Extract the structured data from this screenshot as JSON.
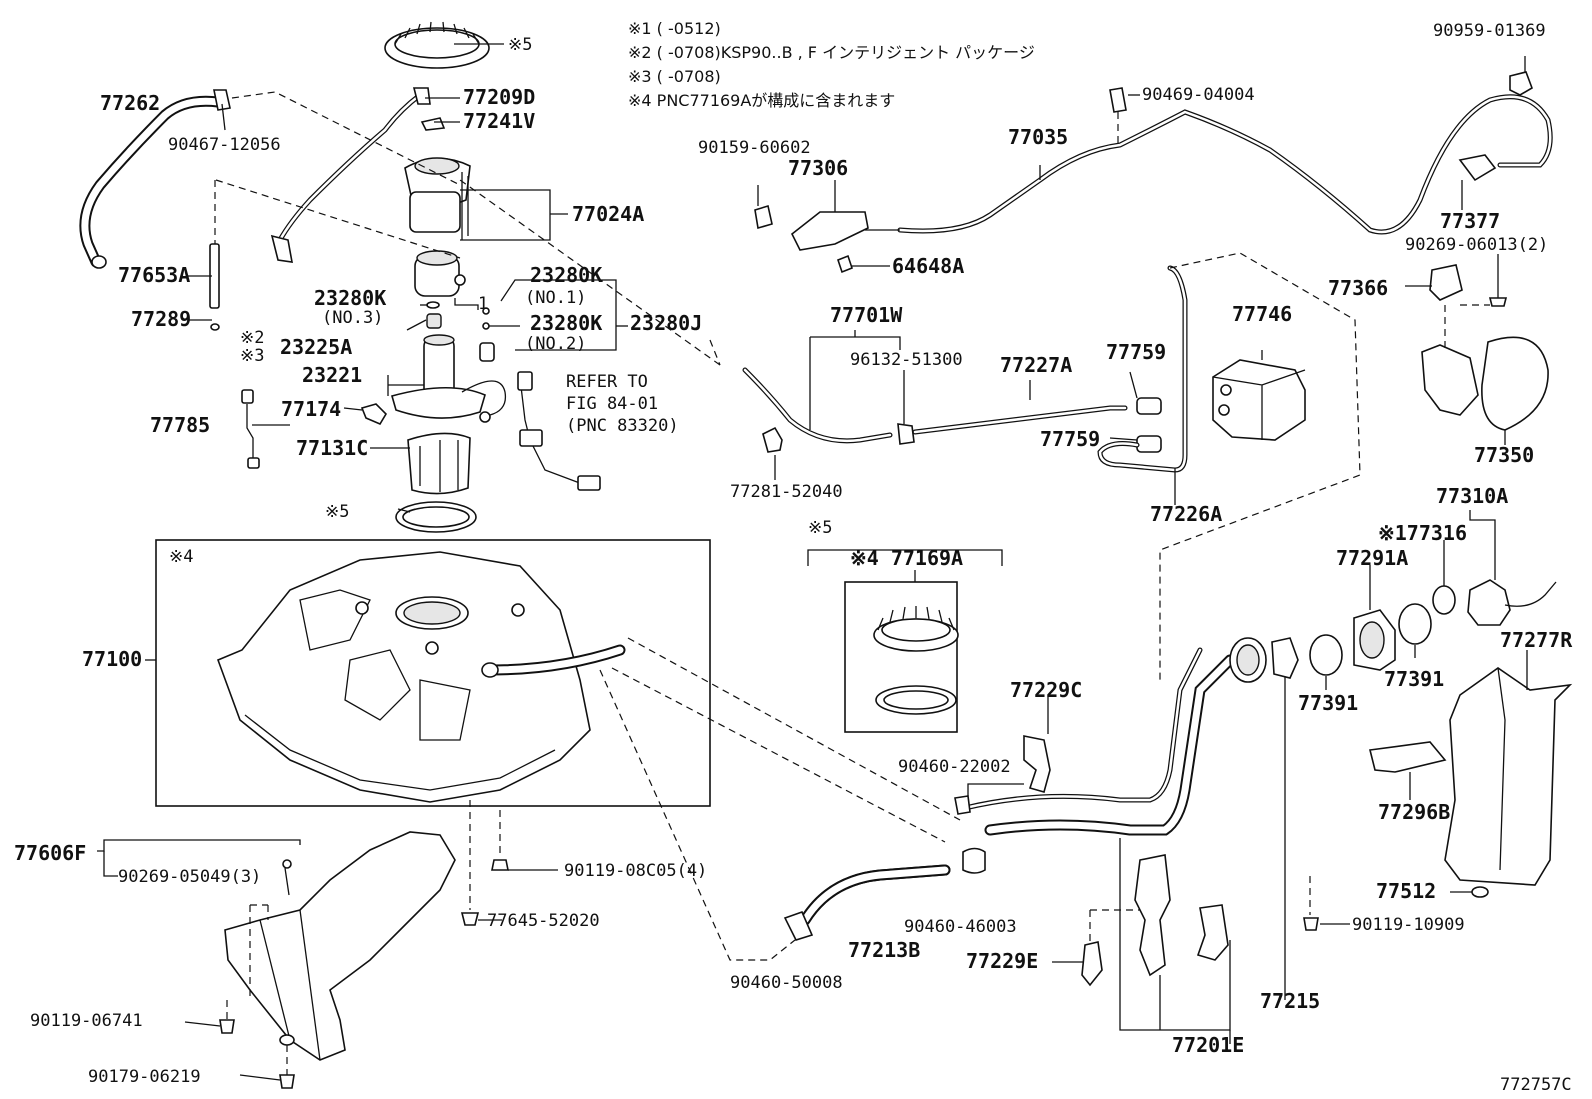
{
  "notes": [
    "※1 (      -0512)",
    "※2 (      -0708)KSP90..B , F インテリジェント パッケージ",
    "※3 (      -0708)",
    "※4 PNC77169Aが構成に含まれます"
  ],
  "refer": [
    "REFER TO",
    "FIG 84-01",
    "(PNC 83320)"
  ],
  "diagram_code": "772757C",
  "labels": {
    "p5top": "※5",
    "p77262": "77262",
    "p77209D": "77209D",
    "p77241V": "77241V",
    "p90467": "90467-12056",
    "p77024A": "77024A",
    "p77653A": "77653A",
    "p77289": "77289",
    "p23280K_a": "23280K",
    "p_no3": "(NO.3)",
    "p23280K_top": "23280K",
    "p_no1": "(NO.1)",
    "p_one": "1",
    "p23280K_b": "23280K",
    "p_no2": "(NO.2)",
    "p23280J": "23280J",
    "p_s2": "※2",
    "p_s3": "※3",
    "p23225A": "23225A",
    "p23221": "23221",
    "p77174": "77174",
    "p77785": "77785",
    "p77131C": "77131C",
    "p5ring": "※5",
    "p4box": "※4",
    "p77100": "77100",
    "p90959": "90959-01369",
    "p90469": "90469-04004",
    "p90159": "90159-60602",
    "p77306": "77306",
    "p77035": "77035",
    "p64648A": "64648A",
    "p77377": "77377",
    "p90269_06013": "90269-06013(2)",
    "p77366": "77366",
    "p77350": "77350",
    "p77701W": "77701W",
    "p96132": "96132-51300",
    "p77227A": "77227A",
    "p77759a": "77759",
    "p77746": "77746",
    "p77759b": "77759",
    "p77281": "77281-52040",
    "p77226A": "77226A",
    "p5kit": "※5",
    "p4kit": "※4 77169A",
    "p77310A": "77310A",
    "p177316": "※177316",
    "p77291A": "77291A",
    "p77277R": "77277R",
    "p77391a": "77391",
    "p77391b": "77391",
    "p77229C": "77229C",
    "p90460_22002": "90460-22002",
    "p77296B": "77296B",
    "p77606F": "77606F",
    "p90269_05049": "90269-05049(3)",
    "p90119_08C05": "90119-08C05(4)",
    "p77645": "77645-52020",
    "p90119_06741": "90119-06741",
    "p90179": "90179-06219",
    "p77213B": "77213B",
    "p90460_46003": "90460-46003",
    "p90460_50008": "90460-50008",
    "p77229E": "77229E",
    "p77215": "77215",
    "p77512": "77512",
    "p90119_10909": "90119-10909",
    "p77201E": "77201E"
  }
}
